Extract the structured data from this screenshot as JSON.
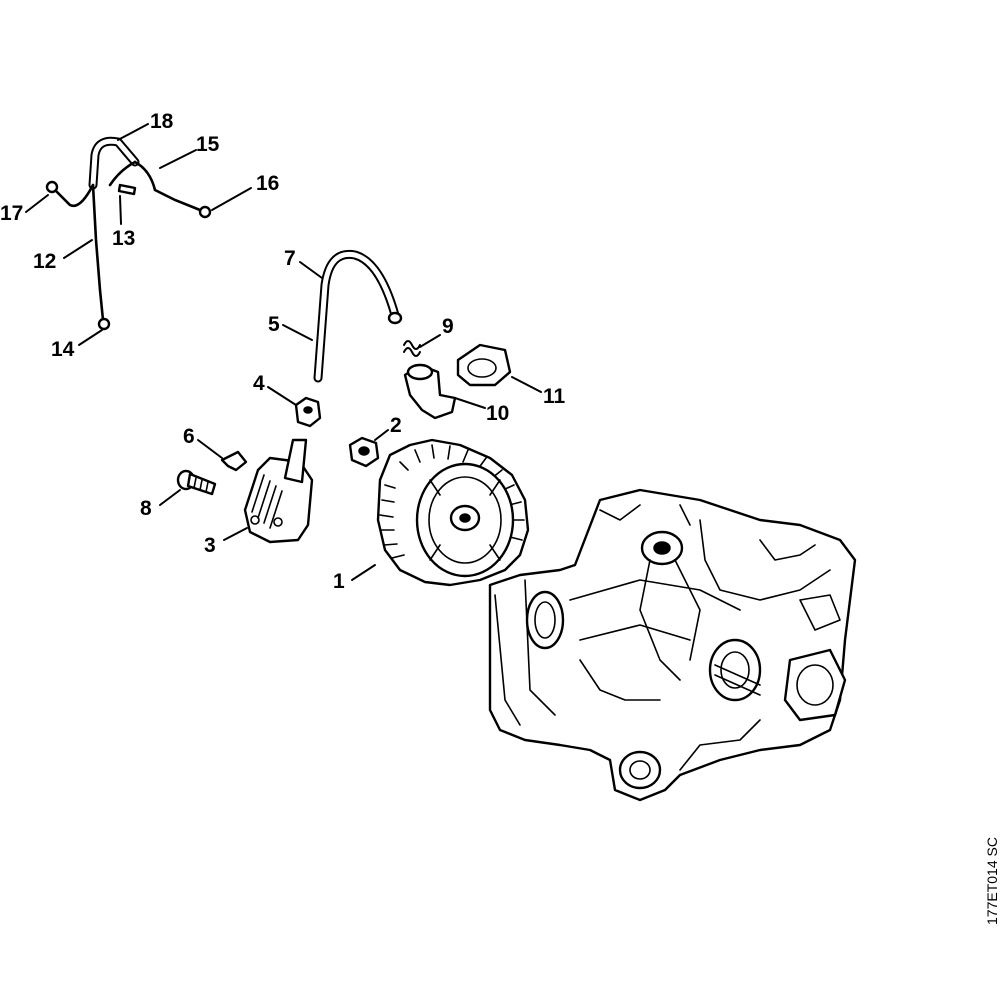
{
  "callouts": [
    {
      "id": "1",
      "label": "1"
    },
    {
      "id": "2",
      "label": "2"
    },
    {
      "id": "3",
      "label": "3"
    },
    {
      "id": "4",
      "label": "4"
    },
    {
      "id": "5",
      "label": "5"
    },
    {
      "id": "6",
      "label": "6"
    },
    {
      "id": "7",
      "label": "7"
    },
    {
      "id": "8",
      "label": "8"
    },
    {
      "id": "9",
      "label": "9"
    },
    {
      "id": "10",
      "label": "10"
    },
    {
      "id": "11",
      "label": "11"
    },
    {
      "id": "12",
      "label": "12"
    },
    {
      "id": "13",
      "label": "13"
    },
    {
      "id": "14",
      "label": "14"
    },
    {
      "id": "15",
      "label": "15"
    },
    {
      "id": "16",
      "label": "16"
    },
    {
      "id": "17",
      "label": "17"
    },
    {
      "id": "18",
      "label": "18"
    }
  ],
  "figure_code": "177ET014 SC"
}
